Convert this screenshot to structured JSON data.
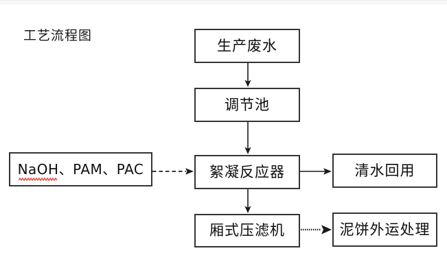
{
  "diagram": {
    "title": "工艺流程图",
    "nodes": [
      {
        "id": "production-wastewater",
        "label": "生产废水"
      },
      {
        "id": "equalization-tank",
        "label": "调节池"
      },
      {
        "id": "chemical-dosing",
        "label": "NaOH、PAM、PAC",
        "misspelled_token": "NaOH"
      },
      {
        "id": "flocculation-reactor",
        "label": "絮凝反应器"
      },
      {
        "id": "clean-water-reuse",
        "label": "清水回用"
      },
      {
        "id": "chamber-filter-press",
        "label": "厢式压滤机"
      },
      {
        "id": "sludge-cake-disposal",
        "label": "泥饼外运处理"
      }
    ],
    "connectors": [
      {
        "id": "wastewater-to-tank",
        "from": "production-wastewater",
        "to": "equalization-tank",
        "style": "solid",
        "direction": "down"
      },
      {
        "id": "tank-to-reactor",
        "from": "equalization-tank",
        "to": "flocculation-reactor",
        "style": "solid",
        "direction": "down"
      },
      {
        "id": "chemicals-to-reactor",
        "from": "chemical-dosing",
        "to": "flocculation-reactor",
        "style": "dashed",
        "direction": "right"
      },
      {
        "id": "reactor-to-clean-water",
        "from": "flocculation-reactor",
        "to": "clean-water-reuse",
        "style": "solid",
        "direction": "right"
      },
      {
        "id": "reactor-to-filter-press",
        "from": "flocculation-reactor",
        "to": "chamber-filter-press",
        "style": "solid",
        "direction": "down"
      },
      {
        "id": "press-to-disposal",
        "from": "chamber-filter-press",
        "to": "sludge-cake-disposal",
        "style": "dotted",
        "direction": "right"
      }
    ],
    "colors": {
      "background": "#ffffff",
      "box_border": "#333333",
      "text": "#0d0d0d",
      "connector": "#1a1a1a",
      "spellcheck_underline": "#e8392b"
    }
  }
}
